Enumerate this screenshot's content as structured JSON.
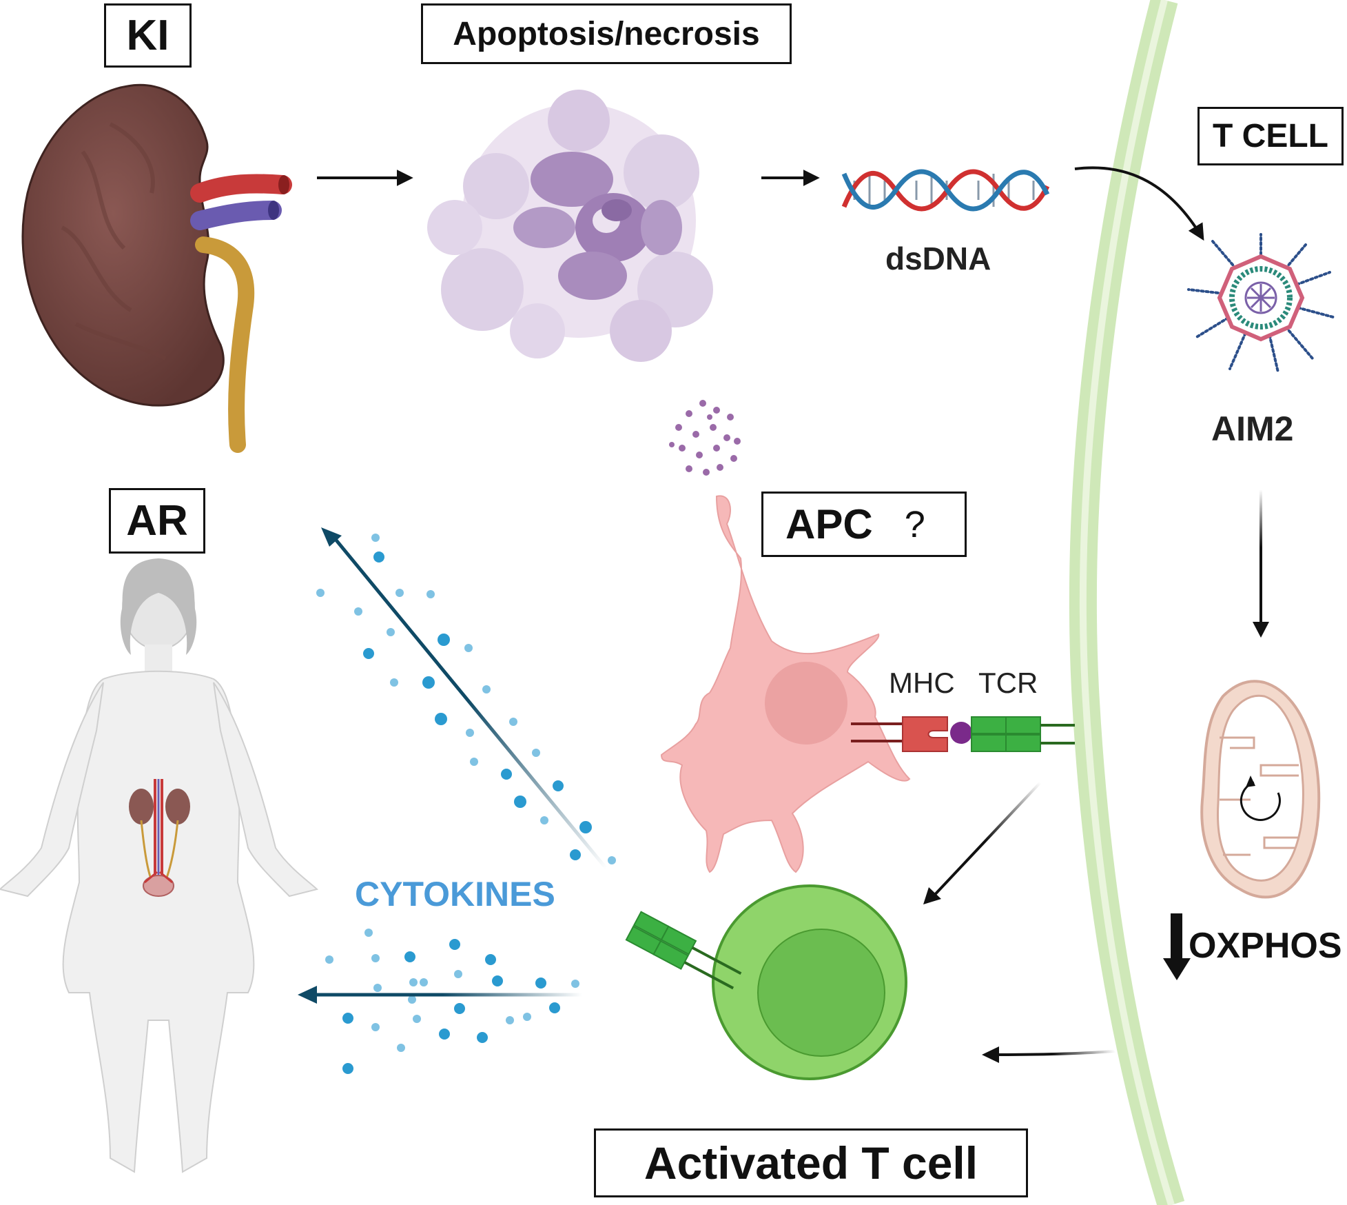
{
  "labels": {
    "ki": "KI",
    "apoptosis": "Apoptosis/necrosis",
    "dsdna": "dsDNA",
    "t_cell": "T CELL",
    "aim2": "AIM2",
    "ar": "AR",
    "apc": "APC",
    "apc_question": "?",
    "mhc": "MHC",
    "tcr": "TCR",
    "cytokines": "CYTOKINES",
    "oxphos": "OXPHOS",
    "activated_t_cell": "Activated T cell"
  },
  "colors": {
    "kidney": "#7a4a45",
    "artery": "#c83a3a",
    "vein": "#6a5bb0",
    "ureter": "#c99a3a",
    "dying_cell": "#b59ac4",
    "dna_red": "#d03030",
    "dna_blue": "#2a7ab0",
    "membrane": "#cfe8b8",
    "aim2_blue": "#2c4f8a",
    "aim2_pink": "#d0607a",
    "apc_pink": "#f6b8b8",
    "mhc_red": "#d9534f",
    "tcr_green": "#3cb043",
    "t_cell_green": "#8fd46a",
    "cytokine_blue": "#2a9ad0",
    "cytokines_text": "#4a9ad8",
    "mitochondria": "#f3d9cc",
    "human_body": "#f0f0f0"
  }
}
